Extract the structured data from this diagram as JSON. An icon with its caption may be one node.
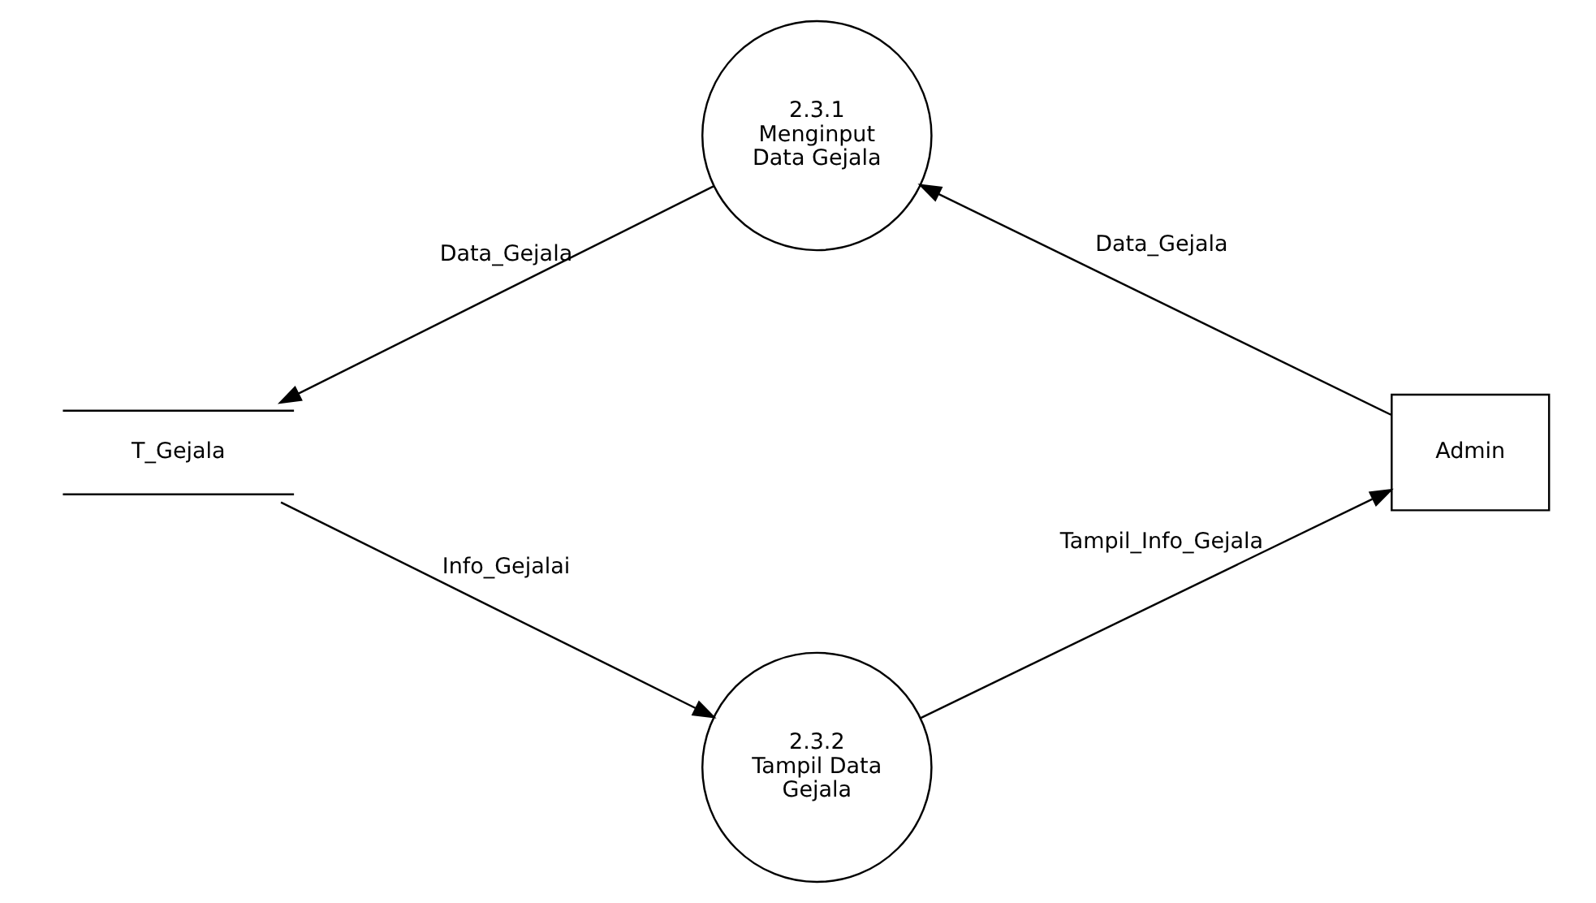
{
  "diagram": {
    "nodes": [
      {
        "text": [
          "2.3.1",
          "Menginput Data Gejala"
        ]
      },
      {
        "text": [
          "T_Gejala"
        ]
      },
      {
        "text": [
          "Admin"
        ]
      },
      {
        "text": [
          "2.3.2",
          "Tampil Data Gejala"
        ]
      }
    ],
    "edges": [
      {
        "from": 0,
        "to": 1,
        "arrow": "to",
        "label": "Data_Gejala"
      },
      {
        "from": 2,
        "to": 0,
        "arrow": "to",
        "label": "Data_Gejala"
      },
      {
        "from": 1,
        "to": 3,
        "arrow": "to",
        "label": "Info_Gejalai"
      },
      {
        "from": 3,
        "to": 2,
        "arrow": "to",
        "label": "Tampil_Info_Gejala"
      }
    ]
  }
}
